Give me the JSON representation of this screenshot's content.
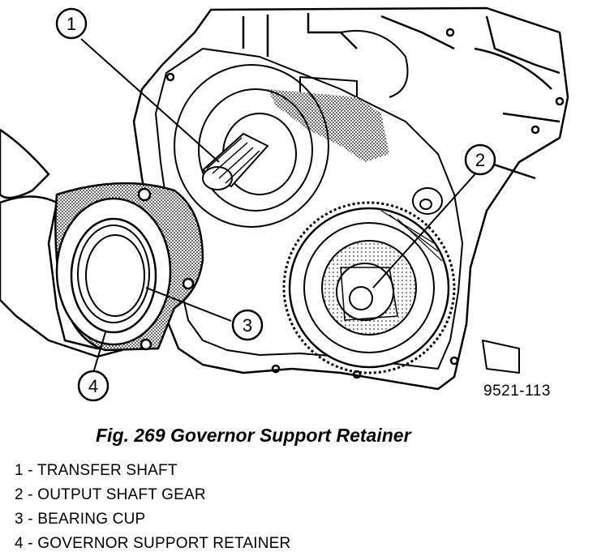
{
  "figure": {
    "figure_number": "9521-113",
    "caption": "Fig. 269 Governor Support Retainer",
    "callouts": [
      {
        "number": "1",
        "label": "TRANSFER SHAFT"
      },
      {
        "number": "2",
        "label": "OUTPUT SHAFT GEAR"
      },
      {
        "number": "3",
        "label": "BEARING CUP"
      },
      {
        "number": "4",
        "label": "GOVERNOR SUPPORT RETAINER"
      }
    ],
    "legend": [
      "1 - TRANSFER SHAFT",
      "2 - OUTPUT SHAFT GEAR",
      "3 - BEARING CUP",
      "4 - GOVERNOR SUPPORT RETAINER"
    ]
  }
}
